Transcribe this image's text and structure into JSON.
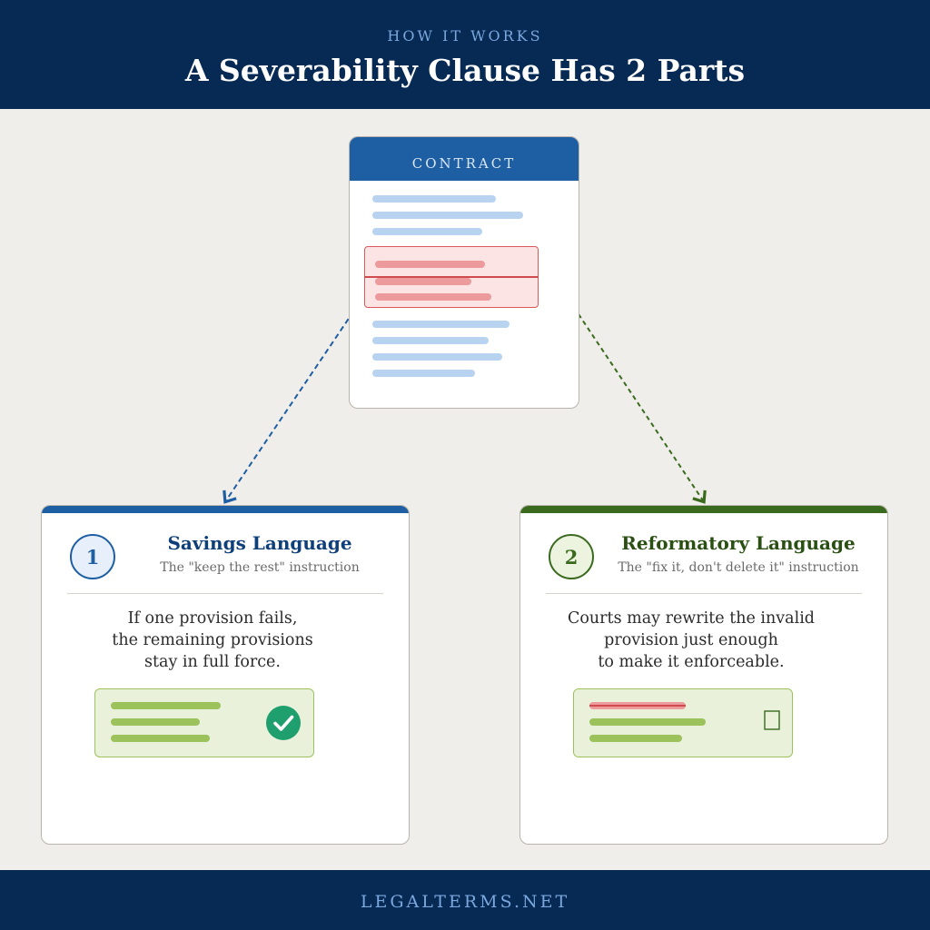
{
  "header": {
    "eyebrow": "HOW IT WORKS",
    "title": "A Severability Clause Has 2 Parts"
  },
  "contract": {
    "label": "CONTRACT"
  },
  "cards": [
    {
      "number": "1",
      "title": "Savings Language",
      "subtitle": "The \"keep the rest\" instruction",
      "body": [
        "If one provision fails,",
        "the remaining provisions",
        "stay in full force."
      ],
      "accent": "#1e5ea3",
      "icon": "check-circle-icon"
    },
    {
      "number": "2",
      "title": "Reformatory Language",
      "subtitle": "The \"fix it, don't delete it\" instruction",
      "body": [
        "Courts may rewrite the invalid",
        "provision just enough",
        "to make it enforceable."
      ],
      "accent": "#3a6a1e",
      "icon": "edit-icon"
    }
  ],
  "footer": {
    "text": "LEGALTERMS.NET"
  },
  "colors": {
    "navy": "#062a54",
    "blue": "#1e5ea3",
    "green": "#3a6a1e",
    "invalid_red": "#d9595b",
    "valid_green": "#9cc25c",
    "check_teal": "#1f9e6e"
  }
}
